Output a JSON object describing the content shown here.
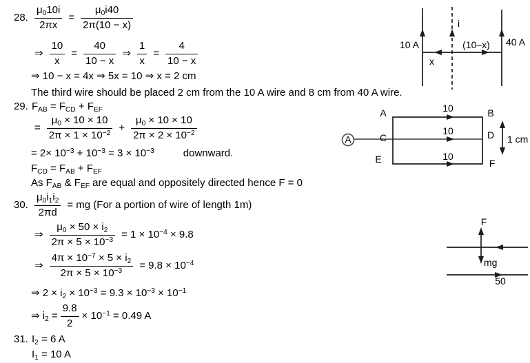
{
  "p28": {
    "number": "28.",
    "l1": {
      "f1n": "μ_{0}10i",
      "f1d": "2πx",
      "eq": "=",
      "f2n": "μ_{0}i40",
      "f2d": "2π(10 − x)"
    },
    "l2": {
      "a1": "⇒",
      "f1n": "10",
      "f1d": "x",
      "e1": "=",
      "f2n": "40",
      "f2d": "10 − x",
      "a2": "⇒",
      "f3n": "1",
      "f3d": "x",
      "e2": "=",
      "f4n": "4",
      "f4d": "10 − x"
    },
    "l3": "⇒ 10 − x = 4x ⇒ 5x = 10 ⇒ x = 2 cm",
    "l4": "The third wire should be placed 2 cm from the 10 A wire and 8 cm from 40 A wire."
  },
  "p29": {
    "number": "29.",
    "l1": "F_{AB} = F_{CD} + F_{EF}",
    "l2": {
      "e": "=",
      "f1n": "μ_{0} × 10 × 10",
      "f1d": "2π × 1 × 10^{−2}",
      "plus": "+",
      "f2n": "μ_{0} × 10 × 10",
      "f2d": "2π × 2 × 10^{−2}"
    },
    "l3": {
      "main": "= 2× 10^{−3} + 10^{−3} = 3 × 10^{−3}",
      "note": "downward."
    },
    "l4": "F_{CD} = F_{AB} + F_{EF}",
    "l5": "As F_{AB} & F_{EF} are equal and oppositely directed hence F = 0"
  },
  "p30": {
    "number": "30.",
    "l1": {
      "f1n": "μ_{0}i_{1}i_{2}",
      "f1d": "2πd",
      "rest": "= mg (For a portion of wire of length 1m)"
    },
    "l2": {
      "a": "⇒",
      "f1n": "μ_{0} × 50 × i_{2}",
      "f1d": "2π × 5 × 10^{−3}",
      "rest": "= 1 × 10^{−4} × 9.8"
    },
    "l3": {
      "a": "⇒",
      "f1n": "4π × 10^{−7} × 5 × i_{2}",
      "f1d": "2π × 5 × 10^{−3}",
      "rest": "= 9.8 × 10^{−4}"
    },
    "l4": "⇒ 2 × i_{2} × 10^{−3} = 9.3 × 10^{−3} × 10^{−1}",
    "l5": {
      "pre": "⇒ i_{2} =",
      "f1n": "9.8",
      "f1d": "2",
      "rest": "× 10^{−1} = 0.49 A"
    }
  },
  "p31": {
    "number": "31.",
    "l1": "I_{2} = 6 A",
    "l2": "I_{1} = 10 A"
  },
  "diagram28": {
    "left_current": "10 A",
    "right_current": "40 A",
    "third_wire": "i",
    "x_label": "x",
    "distance_label": "(10–x)"
  },
  "diagram29": {
    "ammeter": "A",
    "node_a": "A",
    "node_b": "B",
    "node_c": "C",
    "node_d": "D",
    "node_e": "E",
    "node_f": "F",
    "current_top": "10",
    "current_middle": "10",
    "current_bottom": "10",
    "gap": "1 cm"
  },
  "diagram30": {
    "force": "F",
    "weight": "mg",
    "current": "50"
  }
}
